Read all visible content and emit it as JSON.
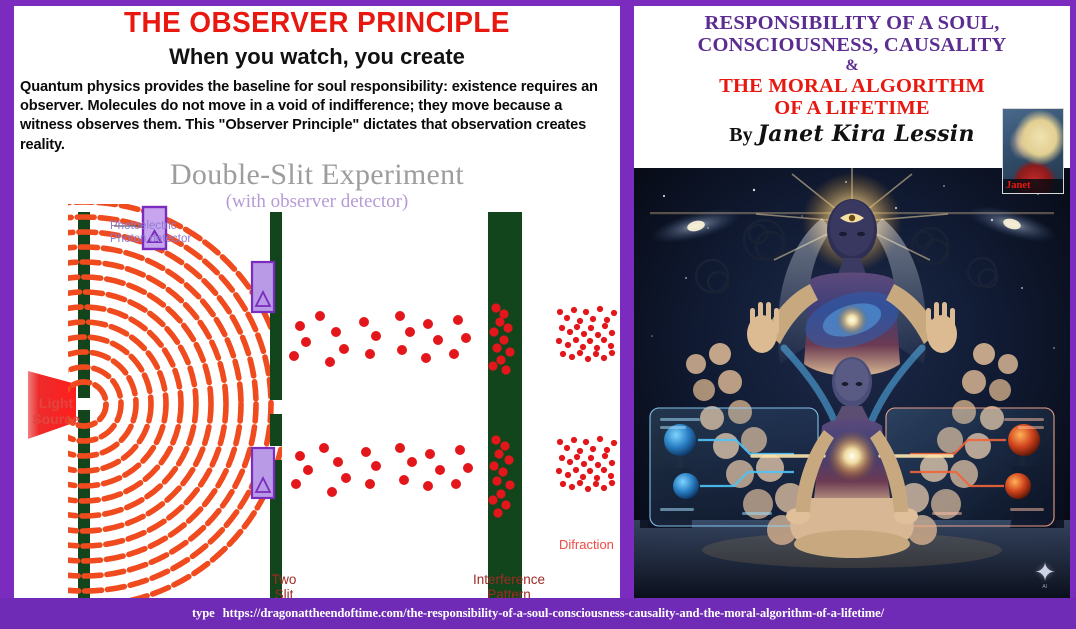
{
  "theme": {
    "purple_border": "#7B2BBE",
    "title_red": "#E8170F",
    "title_purple": "#5B2D91",
    "barrier_green": "#12451B",
    "wave_orange": "#EF4B1E",
    "dot_red": "#E3171B",
    "detector_purple": "#B08BE0",
    "diagram_gray": "#9d9d9d",
    "label_lavender": "#8f7ad1",
    "label_maroon": "#9e2b24",
    "url_bar_purple": "#6F2AB6"
  },
  "left_panel": {
    "headline": "THE OBSERVER PRINCIPLE",
    "subhead": "When you watch, you create",
    "body": "Quantum physics provides the baseline for soul responsibility: existence requires an observer. Molecules do not move in a void of indifference; they move because a witness observes them. This \"Observer Principle\" dictates that observation creates reality.",
    "diagram": {
      "title": "Double-Slit Experiment",
      "subtitle": "(with observer detector)",
      "labels": {
        "detector": "Photoelectric\nPhoton detector",
        "light_source": "Light\nSource",
        "two_slit": "Two\nSlit",
        "interference": "Interference\nPattern",
        "difraction": "Difraction"
      }
    }
  },
  "right_panel": {
    "title_lines": [
      {
        "text": "RESPONSIBILITY OF A SOUL,",
        "color": "purple"
      },
      {
        "text": "CONSCIOUSNESS, CAUSALITY",
        "color": "purple"
      },
      {
        "text": "&",
        "color": "purple-amp"
      },
      {
        "text": "THE MORAL ALGORITHM",
        "color": "red"
      },
      {
        "text": "OF A LIFETIME",
        "color": "red"
      }
    ],
    "byline_prefix": "By",
    "byline_author": "Janet Kira Lessin",
    "inset_photo_caption": "Janet",
    "artwork_alt": "Cosmic ascended being radiating light over a meditating figure with holographic planetary interface panels and a crowd of faces",
    "watermark": "AI"
  },
  "url_bar": {
    "prefix": "type",
    "url": "https://dragonattheendoftime.com/the-responsibility-of-a-soul-consciousness-causality-and-the-moral-algorithm-of-a-lifetime/"
  }
}
